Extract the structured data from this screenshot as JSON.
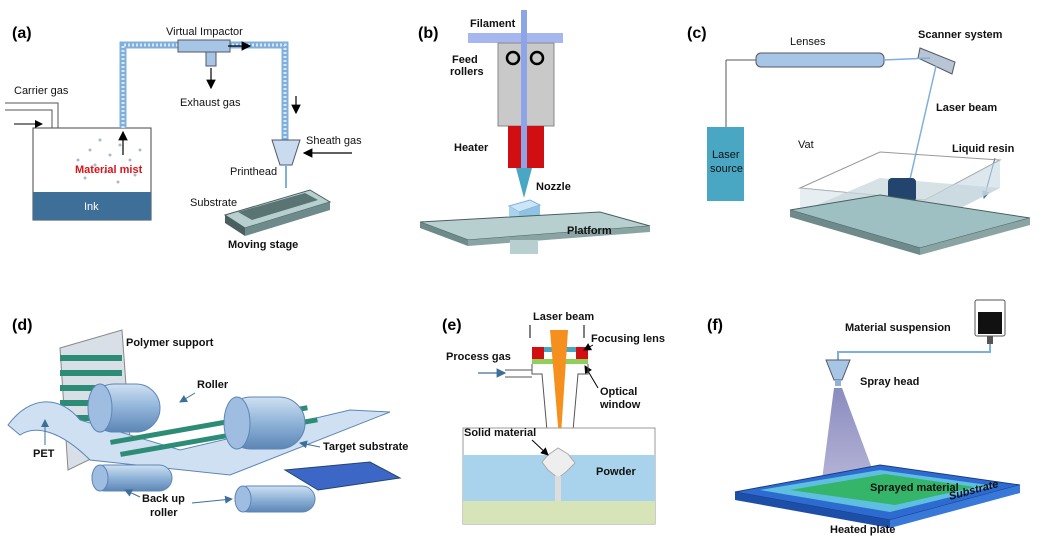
{
  "panels": {
    "a": {
      "label": "(a)",
      "virtual_impactor": "Virtual Impactor",
      "carrier_gas": "Carrier gas",
      "exhaust_gas": "Exhaust gas",
      "sheath_gas": "Sheath gas",
      "material_mist": "Material mist",
      "printhead": "Printhead",
      "ink": "Ink",
      "substrate": "Substrate",
      "moving_stage": "Moving stage"
    },
    "b": {
      "label": "(b)",
      "filament": "Filament",
      "feed_rollers_1": "Feed",
      "feed_rollers_2": "rollers",
      "heater": "Heater",
      "nozzle": "Nozzle",
      "platform": "Platform"
    },
    "c": {
      "label": "(c)",
      "lenses": "Lenses",
      "scanner_system": "Scanner system",
      "laser_beam": "Laser beam",
      "laser_source_1": "Laser",
      "laser_source_2": "source",
      "vat": "Vat",
      "liquid_resin": "Liquid resin"
    },
    "d": {
      "label": "(d)",
      "polymer_support": "Polymer support",
      "roller": "Roller",
      "pet": "PET",
      "target_substrate": "Target substrate",
      "backup_roller_1": "Back up",
      "backup_roller_2": "roller"
    },
    "e": {
      "label": "(e)",
      "laser_beam": "Laser beam",
      "focusing_lens": "Focusing lens",
      "process_gas": "Process gas",
      "optical_window_1": "Optical",
      "optical_window_2": "window",
      "solid_material": "Solid material",
      "powder": "Powder"
    },
    "f": {
      "label": "(f)",
      "material_suspension": "Material suspension",
      "spray_head": "Spray head",
      "sprayed_material": "Sprayed material",
      "substrate": "Substrate",
      "heated_plate": "Heated plate"
    }
  },
  "colors": {
    "tank": "#3e6f98",
    "stage_dark": "#4a6060",
    "stage_light": "#b8cfd0",
    "heater": "#d10f12",
    "laser_box": "#4aa7c3",
    "powder": "#a9d3ec",
    "base": "#d6e4b8",
    "beam": "#f5901e",
    "spray_green": "#34b56a",
    "plate_blue": "#2e6bd1"
  }
}
